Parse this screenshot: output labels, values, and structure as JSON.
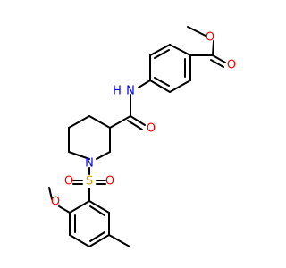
{
  "atom_labels": {
    "ester_carbonyl_o": "O",
    "ester_ether_o": "O",
    "amide_nh": "N",
    "amide_h": "H",
    "amide_o": "O",
    "piperidine_n": "N",
    "sulfur": "S",
    "sulfonyl_o_left": "O",
    "sulfonyl_o_right": "O",
    "methoxy_o": "O"
  },
  "colors": {
    "bond": "#000000",
    "oxygen": "#ff0000",
    "nitrogen": "#0000ff",
    "sulfur": "#c8a000",
    "background": "#ffffff"
  }
}
